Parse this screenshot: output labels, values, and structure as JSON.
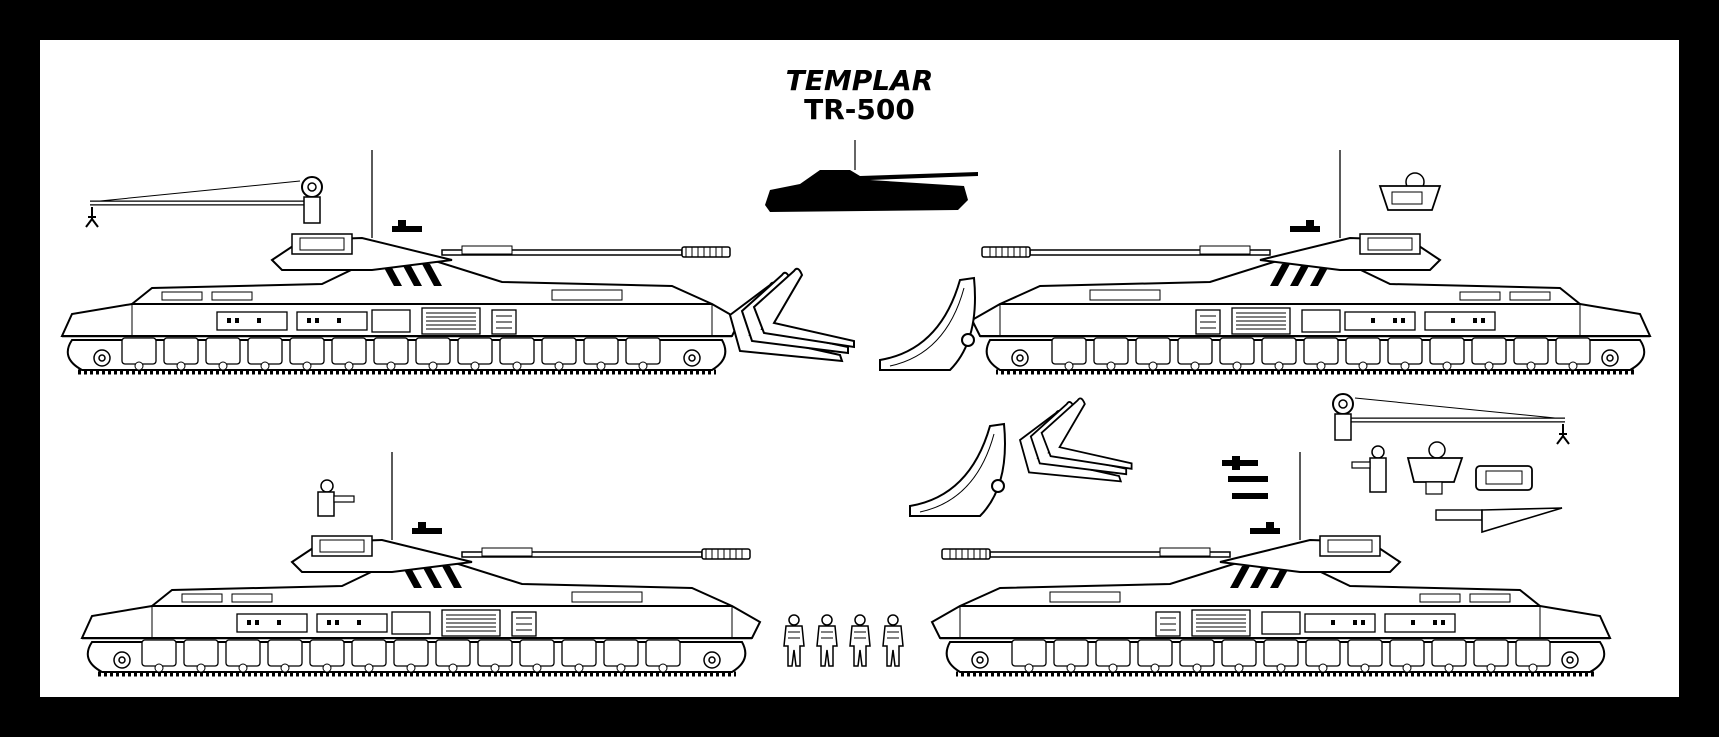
{
  "title": {
    "name": "TEMPLAR",
    "model": "TR-500"
  },
  "colors": {
    "frame": "#000000",
    "sheet": "#ffffff",
    "line": "#000000"
  },
  "views": [
    {
      "id": "left-side-crane-ripper",
      "icon": "tank-side-view-icon"
    },
    {
      "id": "right-side-dozer-crane",
      "icon": "tank-side-view-icon"
    },
    {
      "id": "left-side-base",
      "icon": "tank-side-view-icon"
    },
    {
      "id": "right-side-base",
      "icon": "tank-side-view-icon"
    }
  ],
  "accessories": [
    "crane-arm-icon",
    "dozer-blade-icon",
    "ripper-tines-icon",
    "machine-gun-icon",
    "sensor-pod-icon",
    "radar-dish-icon",
    "crew-figure-icon"
  ],
  "crew_count": 4
}
